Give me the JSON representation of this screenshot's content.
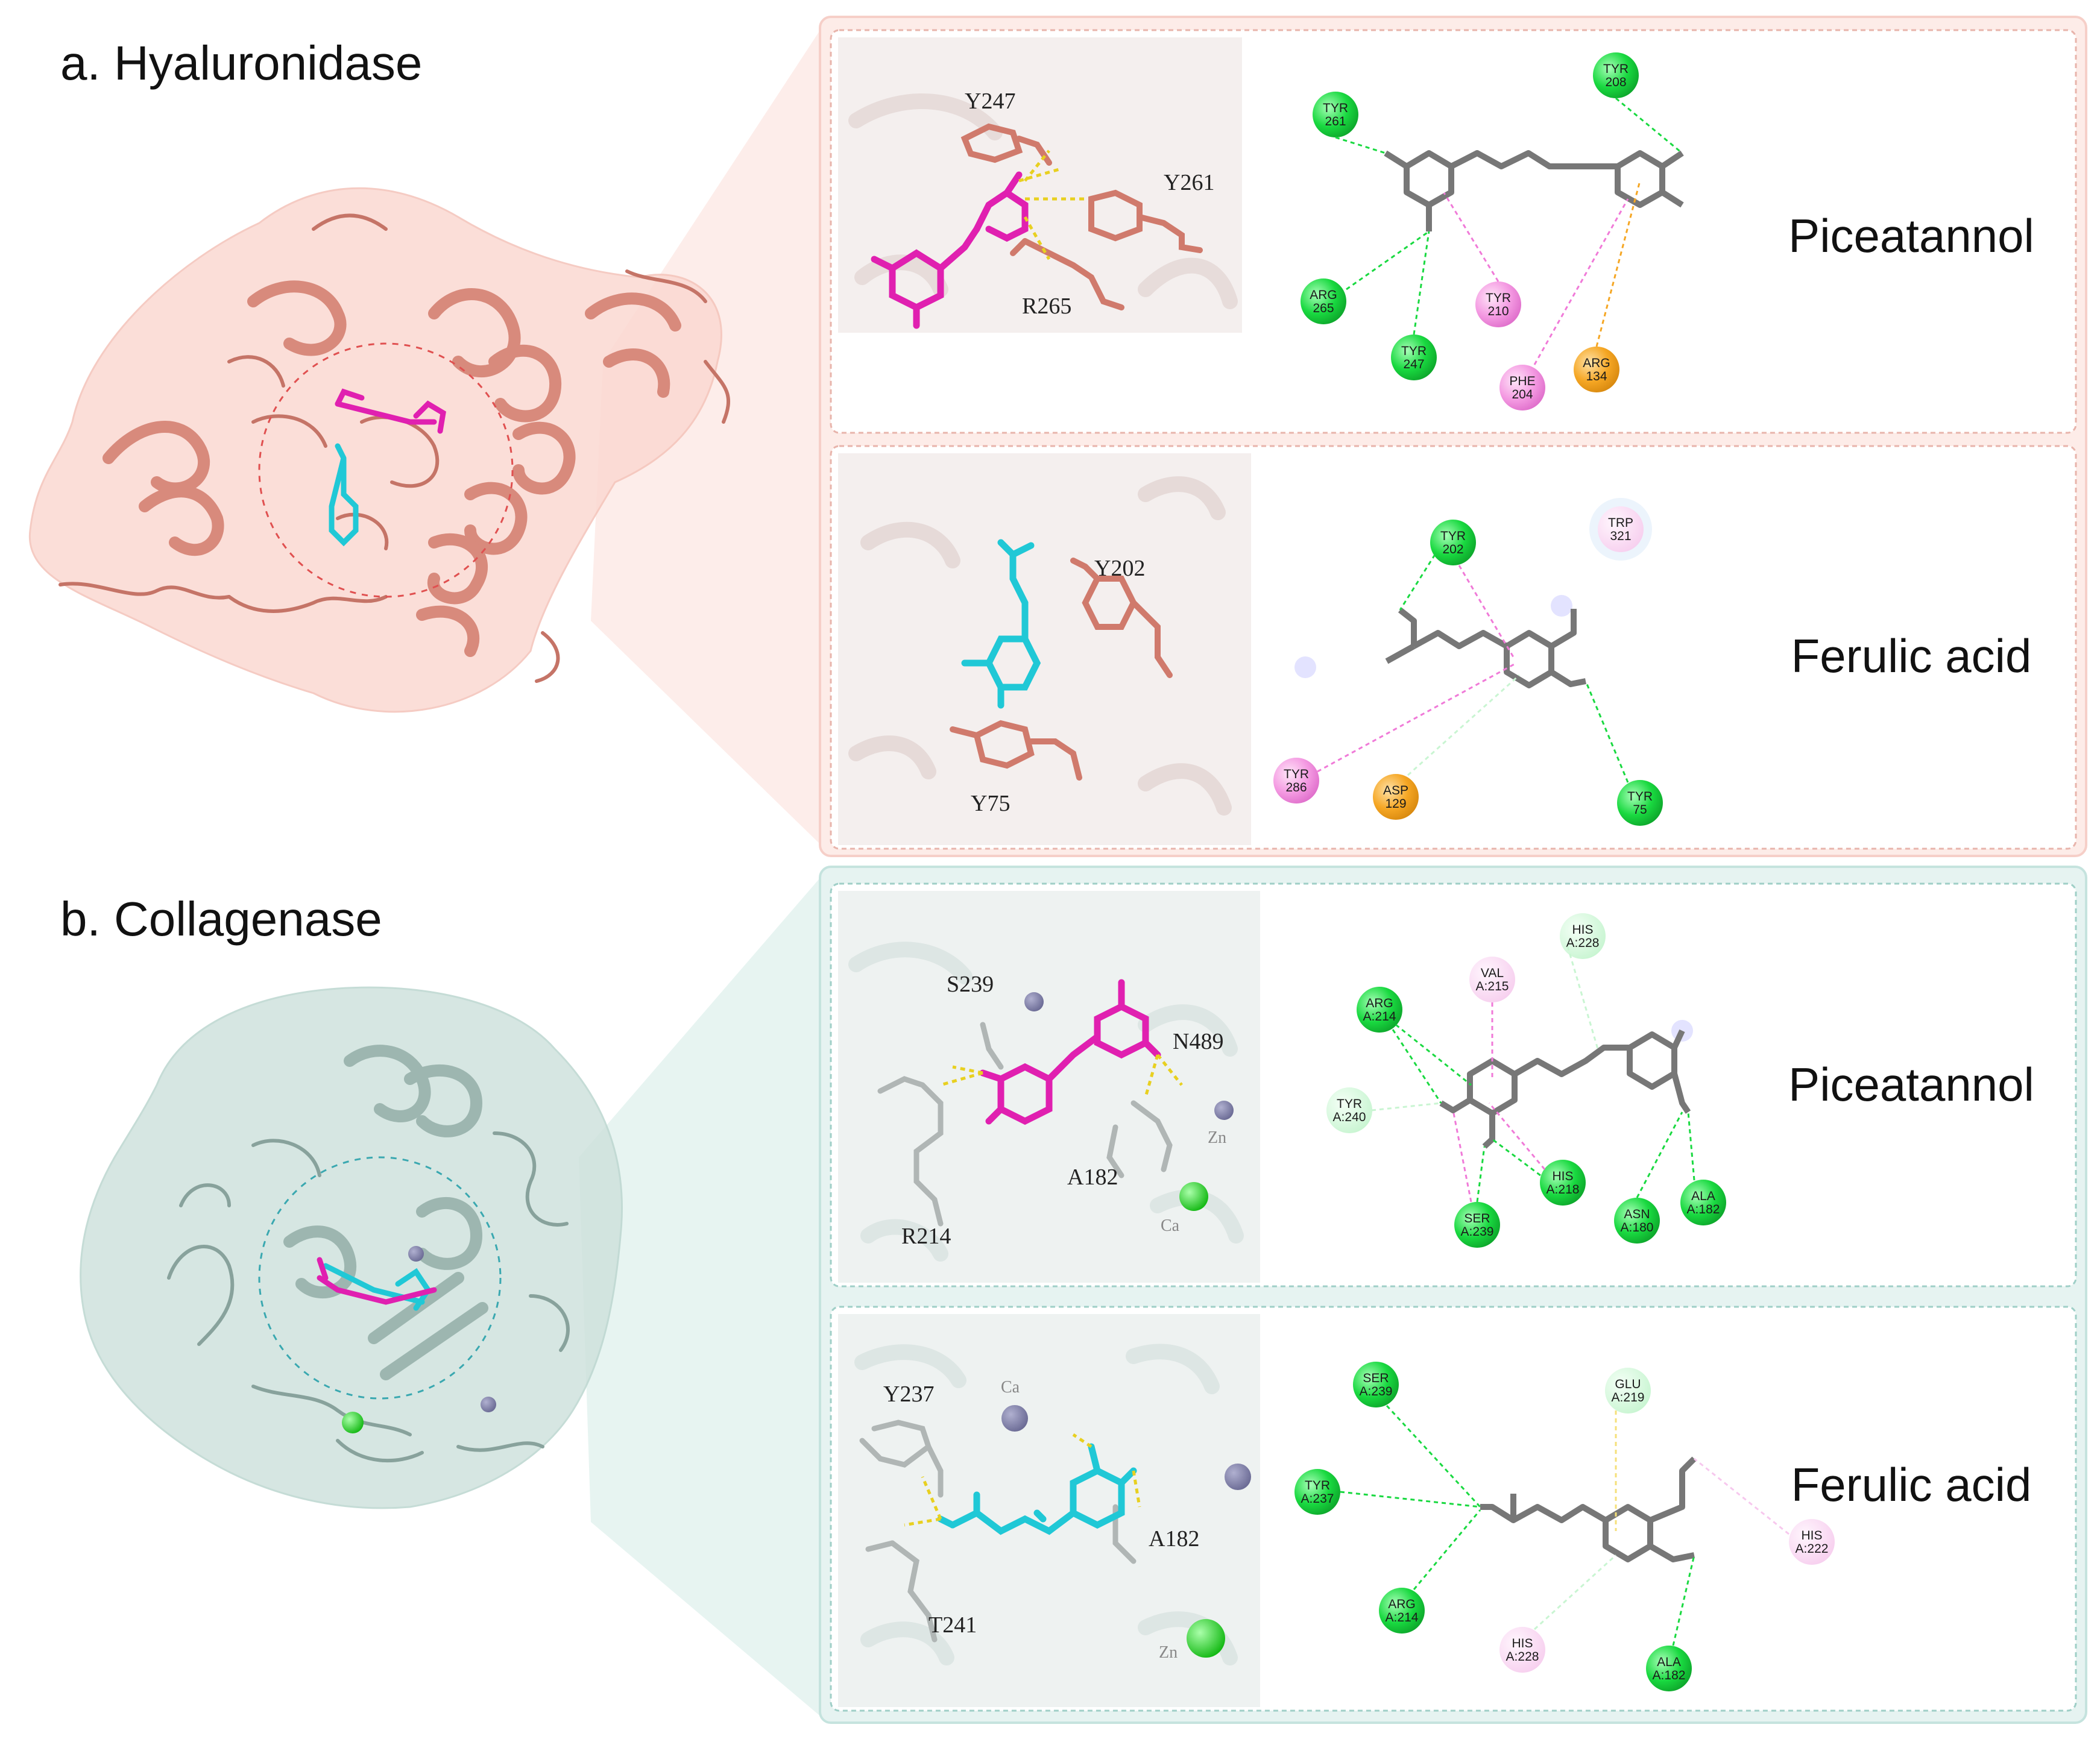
{
  "colors": {
    "hyal_protein": "#e09a8e",
    "hyal_surface": "#fbd9d2",
    "coll_protein": "#9db6b0",
    "coll_surface": "#cfe2dd",
    "piceatannol": "#e020b0",
    "ferulic": "#20c8d6",
    "hbond": "#19d940",
    "pi_interaction": "#f07ad8",
    "charge": "#f5a623",
    "weak": "#c9f5d2"
  },
  "sections": {
    "a": {
      "label": "a.  Hyaluronidase"
    },
    "b": {
      "label": "b.  Collagenase"
    }
  },
  "panels": {
    "hyal_pic": {
      "ligand": "Piceatannol",
      "residues": [
        "Y247",
        "Y261",
        "R265"
      ],
      "nodes": [
        {
          "t1": "TYR",
          "t2": "261",
          "kind": "hbond"
        },
        {
          "t1": "TYR",
          "t2": "208",
          "kind": "hbond"
        },
        {
          "t1": "ARG",
          "t2": "265",
          "kind": "hbond"
        },
        {
          "t1": "TYR",
          "t2": "247",
          "kind": "hbond"
        },
        {
          "t1": "TYR",
          "t2": "210",
          "kind": "pi"
        },
        {
          "t1": "PHE",
          "t2": "204",
          "kind": "pi"
        },
        {
          "t1": "ARG",
          "t2": "134",
          "kind": "charge"
        }
      ]
    },
    "hyal_fer": {
      "ligand": "Ferulic acid",
      "residues": [
        "Y202",
        "Y75"
      ],
      "nodes": [
        {
          "t1": "TYR",
          "t2": "202",
          "kind": "hbond"
        },
        {
          "t1": "TRP",
          "t2": "321",
          "kind": "pi_light"
        },
        {
          "t1": "TYR",
          "t2": "286",
          "kind": "pi"
        },
        {
          "t1": "ASP",
          "t2": "129",
          "kind": "charge"
        },
        {
          "t1": "TYR",
          "t2": "75",
          "kind": "hbond"
        }
      ]
    },
    "coll_pic": {
      "ligand": "Piceatannol",
      "residues": [
        "S239",
        "N489",
        "A182",
        "R214"
      ],
      "ions": [
        "Zn",
        "Ca"
      ],
      "nodes": [
        {
          "t1": "HIS",
          "t2": "A:228",
          "kind": "weak"
        },
        {
          "t1": "VAL",
          "t2": "A:215",
          "kind": "pi_light"
        },
        {
          "t1": "ARG",
          "t2": "A:214",
          "kind": "hbond"
        },
        {
          "t1": "TYR",
          "t2": "A:240",
          "kind": "weak"
        },
        {
          "t1": "HIS",
          "t2": "A:218",
          "kind": "hbond"
        },
        {
          "t1": "SER",
          "t2": "A:239",
          "kind": "hbond"
        },
        {
          "t1": "ASN",
          "t2": "A:180",
          "kind": "hbond"
        },
        {
          "t1": "ALA",
          "t2": "A:182",
          "kind": "hbond"
        }
      ]
    },
    "coll_fer": {
      "ligand": "Ferulic acid",
      "residues": [
        "Y237",
        "A182",
        "T241"
      ],
      "ions": [
        "Ca",
        "Zn"
      ],
      "nodes": [
        {
          "t1": "SER",
          "t2": "A:239",
          "kind": "hbond"
        },
        {
          "t1": "GLU",
          "t2": "A:219",
          "kind": "weak"
        },
        {
          "t1": "TYR",
          "t2": "A:237",
          "kind": "hbond"
        },
        {
          "t1": "HIS",
          "t2": "A:222",
          "kind": "pi_light"
        },
        {
          "t1": "ARG",
          "t2": "A:214",
          "kind": "hbond"
        },
        {
          "t1": "HIS",
          "t2": "A:228",
          "kind": "pi_light"
        },
        {
          "t1": "ALA",
          "t2": "A:182",
          "kind": "hbond"
        }
      ]
    }
  }
}
